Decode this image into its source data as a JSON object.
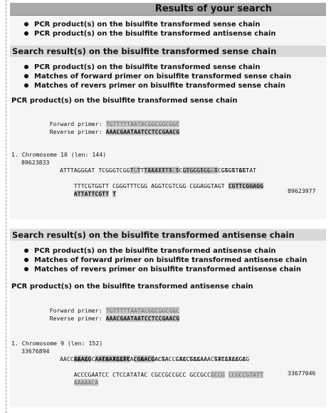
{
  "header": {
    "title": "Results of your search"
  },
  "top_links": [
    "PCR product(s) on the bisulfite transformed sense chain",
    "PCR product(s) on the bisulfite transformed antisense chain"
  ],
  "sense": {
    "section_title": "Search result(s) on the bisulfite transformed sense chain",
    "links": [
      "PCR product(s) on the bisulfite transformed sense chain",
      "Matches of forward primer on bisulfite transformed sense chain",
      "Matches of revers primer on bisulfite transformed sense chain"
    ],
    "pcr_title": "PCR product(s) on the bisulfite transformed sense chain",
    "forward_label": "Forward primer:",
    "forward_seq": "TGTTTTTAATACGGCGGCGGC",
    "reverse_label": "Reverse primer:",
    "reverse_seq": "AAACGAATAATCCTCCGAACG",
    "result_label": "1. Chromosome 10 (len: 144)",
    "start_pos": "89623833",
    "end_pos": "89623977",
    "seq": {
      "r1a": "TGT",
      "r1b": "TTTTAATACG",
      "r1c": "GCGGCGGCGG",
      "r1d": "CGGTTGGTAT",
      "r2": "ATTTAGGGAT TCGGGTCGGT TTTAAATTTT TCGTGCGTCG TCGTCGTATT",
      "r3a": "TTTCGTGGTT CGGGTTTCGG AGGTCGTCGG CGGAGGTAGT",
      "r3b": "CGTTCGGAGG",
      "r4a": "ATTATTCGTT",
      "r4b": "T"
    }
  },
  "antisense": {
    "section_title": "Search result(s) on the bisulfite transformed antisense chain",
    "links": [
      "PCR product(s) on the bisulfite transformed antisense chain",
      "Matches of forward primer on bisulfite transformed antisense chain",
      "Matches of revers primer on bisulfite transformed antisense chain"
    ],
    "pcr_title": "PCR product(s) on the bisulfite transformed antisense chain",
    "forward_label": "Forward primer:",
    "forward_seq": "TGTTTTTAATACGGCGGCGGC",
    "reverse_label": "Reverse primer:",
    "reverse_seq": "AAACGAATAATCCTCCGAACG",
    "result_label": "1. Chromosome 9 (len: 152)",
    "start_pos": "33676894",
    "end_pos": "33677046",
    "seq": {
      "r1a": "AAACG",
      "r1b": "AATAATCCTC",
      "r1c": "CGAACG",
      "r1d": "ACTA CCTCCTCCAA CGACCTCCGA",
      "r2": "AACCCGAACC ACGAAAAATA CGACGACGAC GAACGAAAAA TTTAAAACCG",
      "r3a": "ACCCGAATCC CTCCATATAC CGCCGCCGCC GCCGCC",
      "r3b": "GCCG",
      "r3c": "CCGCCGTATT",
      "r4": "AAAAACA"
    }
  }
}
